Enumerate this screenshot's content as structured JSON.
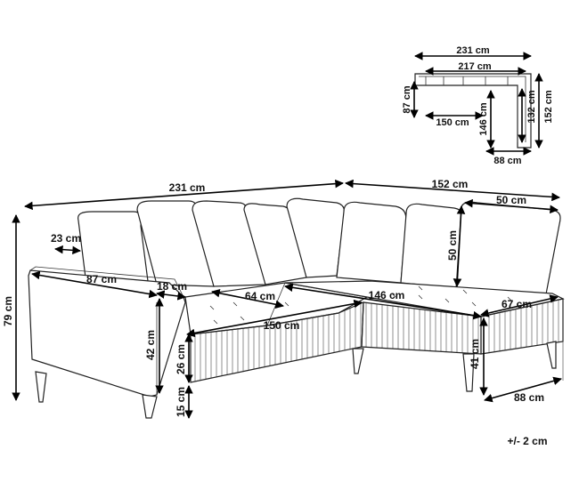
{
  "overall": {
    "total_width": "231 cm",
    "depth_chaise": "152 cm",
    "height": "79 cm",
    "tolerance": "+/- 2 cm"
  },
  "main_view": {
    "armrest_width": "23 cm",
    "arm_depth": "87 cm",
    "arm_height_above_seat": "18 cm",
    "seat_depth": "64 cm",
    "seat_width": "150 cm",
    "seat_height": "42 cm",
    "base_height": "26 cm",
    "leg_height": "15 cm",
    "back_cushion_width": "50 cm",
    "back_cushion_height": "50 cm",
    "chaise_seat_length": "146 cm",
    "chaise_seat_depth": "67 cm",
    "chaise_base_height": "41 cm",
    "chaise_width": "88 cm"
  },
  "top_view": {
    "total_width": "231 cm",
    "inner_width": "217 cm",
    "depth": "87 cm",
    "seat_width": "150 cm",
    "chaise_seat_length": "146 cm",
    "inner_depth": "132 cm",
    "total_depth": "152 cm",
    "chaise_width": "88 cm"
  }
}
